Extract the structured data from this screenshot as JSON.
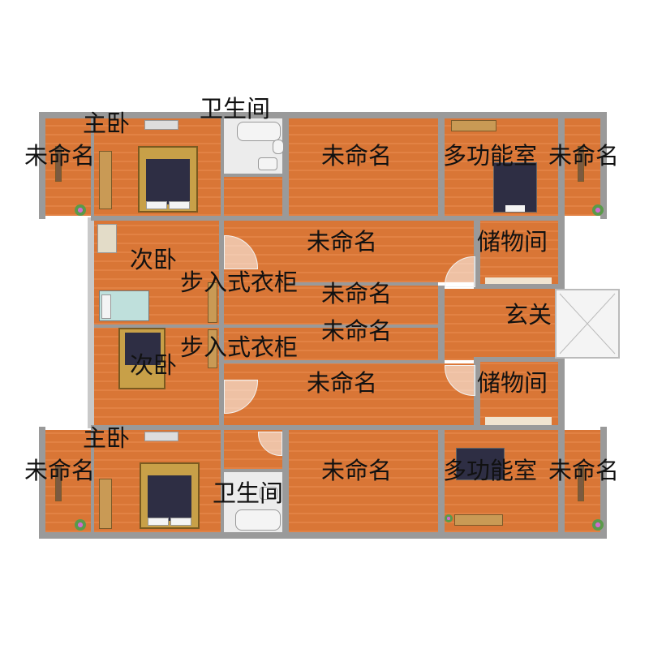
{
  "rooms": {
    "master_bedroom_top": "主卧",
    "bathroom_top": "卫生间",
    "unnamed_top_left": "未命名",
    "unnamed_top_mid": "未命名",
    "multifunction_top": "多功能室",
    "unnamed_top_right": "未命名",
    "second_bedroom_a": "次卧",
    "walkin_closet_a": "步入式衣柜",
    "unnamed_corridor_a": "未命名",
    "storage_top": "储物间",
    "unnamed_hall_a": "未命名",
    "foyer": "玄关",
    "walkin_closet_b": "步入式衣柜",
    "unnamed_hall_b": "未命名",
    "second_bedroom_b": "次卧",
    "unnamed_corridor_b": "未命名",
    "storage_bottom": "储物间",
    "master_bedroom_bottom": "主卧",
    "unnamed_bottom_left": "未命名",
    "bathroom_bottom": "卫生间",
    "unnamed_bottom_mid": "未命名",
    "multifunction_bottom": "多功能室",
    "unnamed_bottom_right": "未命名"
  },
  "colors": {
    "floor": "#e07a38",
    "wall": "#9a9a9a",
    "label": "#111111"
  }
}
